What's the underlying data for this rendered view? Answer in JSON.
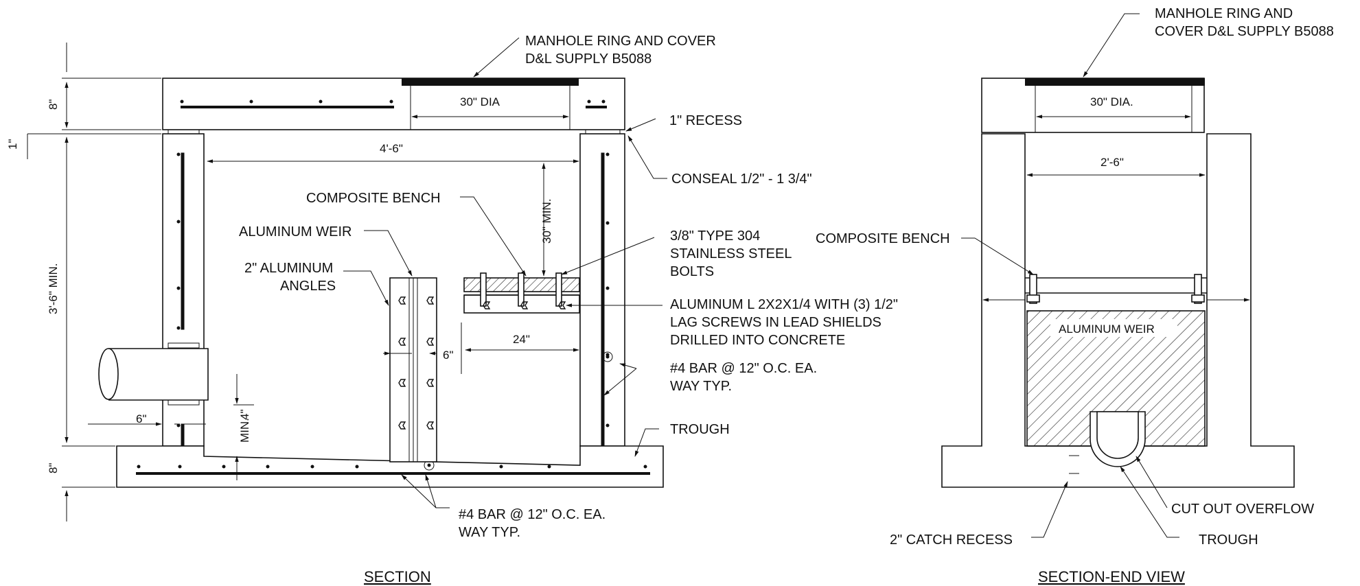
{
  "section": {
    "title": "SECTION",
    "labels": {
      "manhole_ring": [
        "MANHOLE RING AND COVER",
        "D&L SUPPLY B5088"
      ],
      "dia": "30\" DIA",
      "recess": "1\" RECESS",
      "width": "4'-6\"",
      "conseal": "CONSEAL 1/2\" - 1 3/4\"",
      "composite_bench": "COMPOSITE BENCH",
      "min30": "30\" MIN.",
      "bolts": [
        "3/8\" TYPE 304",
        "STAINLESS STEEL",
        "BOLTS"
      ],
      "aluminum_weir": "ALUMINUM WEIR",
      "angles": [
        "2\" ALUMINUM",
        "ANGLES"
      ],
      "aluminum_l": [
        "ALUMINUM L 2X2X1/4 WITH (3) 1/2\"",
        "LAG SCREWS IN LEAD SHIELDS",
        "DRILLED INTO CONCRETE"
      ],
      "dim24": "24\"",
      "dim6a": "6\"",
      "bar_wall": [
        "#4 BAR @ 12\"  O.C. EA.",
        "WAY TYP."
      ],
      "trough": "TROUGH",
      "dim6b": "6\"",
      "min4": [
        "4\"",
        "MIN."
      ],
      "bar_floor": [
        "#4 BAR @ 12\"  O.C. EA.",
        "WAY TYP."
      ],
      "dim8top": "8\"",
      "dim1": "1\"",
      "height": "3'-6\" MIN.",
      "dim8bot": "8\""
    }
  },
  "end_view": {
    "title": "SECTION-END VIEW",
    "labels": {
      "manhole_ring": [
        "MANHOLE RING AND",
        "COVER D&L SUPPLY B5088"
      ],
      "dia": "30\" DIA.",
      "width": "2'-6\"",
      "composite_bench": "COMPOSITE BENCH",
      "aluminum_weir": "ALUMINUM WEIR",
      "cut_out": "CUT OUT OVERFLOW",
      "catch_recess": "2\" CATCH RECESS",
      "trough": "TROUGH"
    }
  }
}
